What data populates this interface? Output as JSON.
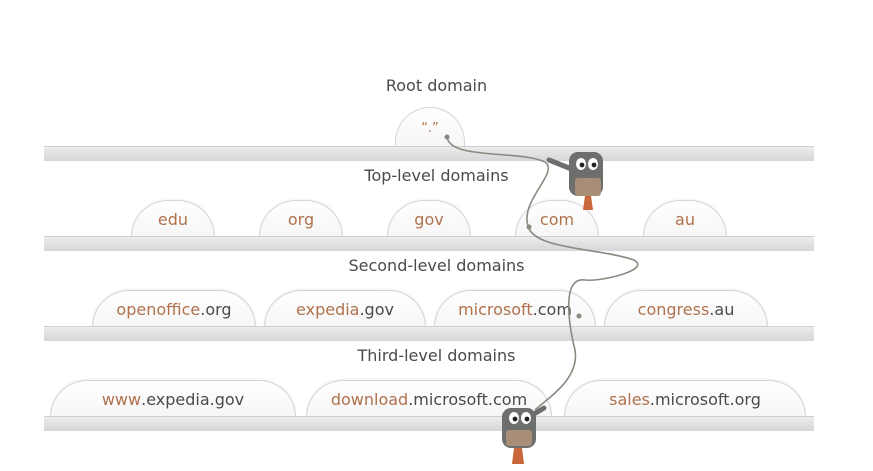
{
  "root": {
    "title": "Root domain",
    "label": "“.”"
  },
  "tld": {
    "title": "Top-level domains",
    "items": [
      "edu",
      "org",
      "gov",
      "com",
      "au"
    ]
  },
  "sld": {
    "title": "Second-level domains",
    "items": [
      {
        "sub": "openoffice",
        "rest": ".org"
      },
      {
        "sub": "expedia",
        "rest": ".gov"
      },
      {
        "sub": "microsoft",
        "rest": ".com"
      },
      {
        "sub": "congress",
        "rest": ".au"
      }
    ]
  },
  "third": {
    "title": "Third-level domains",
    "items": [
      {
        "sub": "www",
        "rest": ".expedia.gov"
      },
      {
        "sub": "download",
        "rest": ".microsoft.com"
      },
      {
        "sub": "sales",
        "rest": ".microsoft.org"
      }
    ]
  },
  "colors": {
    "accent": "#b0714c",
    "text": "#4a4a4a",
    "shelf": "#dcdcdc",
    "rope": "#8a8a80"
  }
}
